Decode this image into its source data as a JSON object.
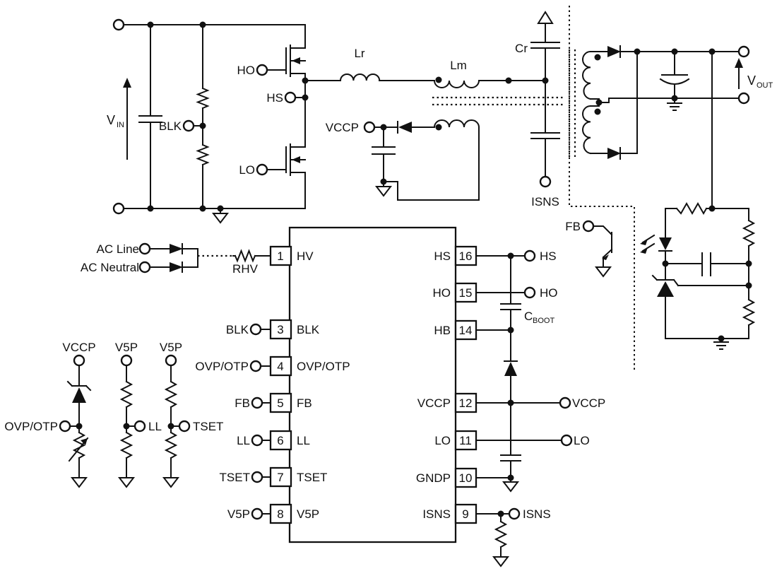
{
  "schematic": {
    "primary_input": {
      "vin_main": "V",
      "vin_sub": "IN",
      "blk": "BLK",
      "ho": "HO",
      "hs": "HS",
      "lo": "LO"
    },
    "tank": {
      "lr": "Lr",
      "lm": "Lm",
      "cr": "Cr",
      "isns": "ISNS"
    },
    "aux_supply": {
      "vccp": "VCCP"
    },
    "secondary": {
      "vout_main": "V",
      "vout_sub": "OUT"
    },
    "opto": {
      "fb": "FB"
    },
    "startup": {
      "ac_line": "AC Line",
      "ac_neutral": "AC Neutral",
      "rhv": "RHV"
    },
    "ic": {
      "left_pins": [
        {
          "num": "1",
          "label": "HV"
        },
        {
          "num": "3",
          "label": "BLK",
          "ext": "BLK"
        },
        {
          "num": "4",
          "label": "OVP/OTP",
          "ext": "OVP/OTP"
        },
        {
          "num": "5",
          "label": "FB",
          "ext": "FB"
        },
        {
          "num": "6",
          "label": "LL",
          "ext": "LL"
        },
        {
          "num": "7",
          "label": "TSET",
          "ext": "TSET"
        },
        {
          "num": "8",
          "label": "V5P",
          "ext": "V5P"
        }
      ],
      "right_pins": [
        {
          "num": "16",
          "label": "HS",
          "ext": "HS"
        },
        {
          "num": "15",
          "label": "HO",
          "ext": "HO"
        },
        {
          "num": "14",
          "label": "HB"
        },
        {
          "num": "12",
          "label": "VCCP",
          "ext": "VCCP"
        },
        {
          "num": "11",
          "label": "LO",
          "ext": "LO"
        },
        {
          "num": "10",
          "label": "GNDP"
        },
        {
          "num": "9",
          "label": "ISNS",
          "ext": "ISNS"
        }
      ],
      "cboot_main": "C",
      "cboot_sub": "BOOT"
    },
    "bias": {
      "col1_top": "VCCP",
      "col1_side": "OVP/OTP",
      "col2_top": "V5P",
      "col2_side": "LL",
      "col3_top": "V5P",
      "col3_side": "TSET"
    }
  },
  "colors": {
    "line": "#111111",
    "background": "#ffffff"
  }
}
